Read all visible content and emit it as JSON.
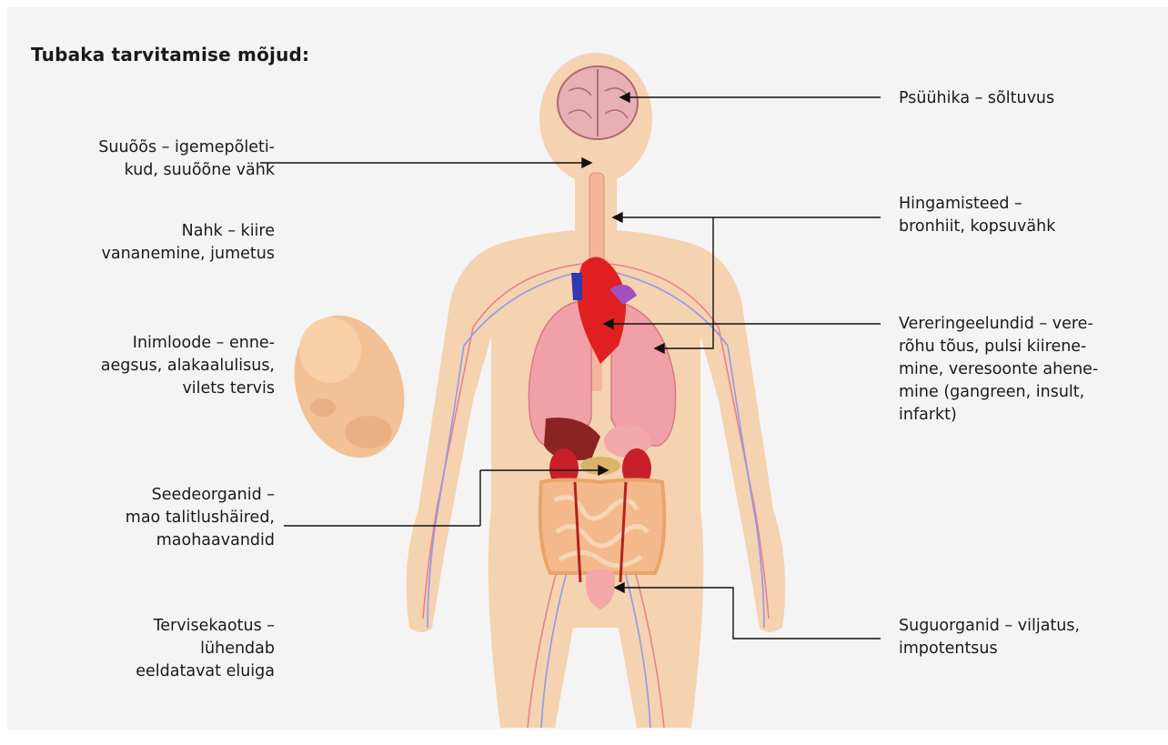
{
  "title": "Tubaka tarvitamise mõjud:",
  "labels": {
    "psyyhika": "Psüühika – sõltuvus",
    "suuoos": "Suuõõs – igemepõleti-\nkud, suuõõne vähk",
    "nahk": "Nahk – kiire\nvananemine, jumetus",
    "hingamisteed": "Hingamisteed –\nbronhiit, kopsuvähk",
    "inimloode": "Inimloode – enne-\naegsus, alakaalulisus,\nvilets tervis",
    "vereringe": "Vereringeelundid – vere-\nrõhu tõus, pulsi kiirene-\nmine, veresoonte ahene-\nmine (gangreen, insult,\ninfarkt)",
    "seedeorganid": "Seedeorganid –\nmao talitlushäired,\nmaohaavandid",
    "suguorganid": "Suguorganid – viljatus,\nimpotentsus",
    "tervisekaotus": "Tervisekaotus –\nlühendab\neeldatavat eluiga"
  },
  "colors": {
    "skin": "#f5d2b0",
    "lungs": "#f2a0a8",
    "heart": "#e02020",
    "kidney": "#c8202a",
    "intestine": "#f4b98a",
    "artery": "#e88090",
    "vein": "#8f9ae8",
    "brain": "#e6b0b4"
  }
}
